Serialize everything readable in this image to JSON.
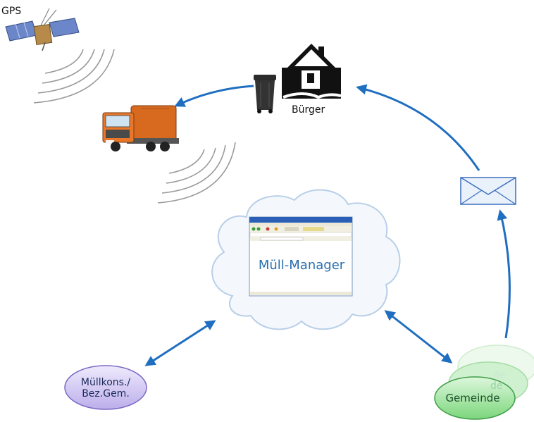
{
  "labels": {
    "gps": "GPS",
    "buerger": "Bürger",
    "app": "Müll-Manager",
    "muellkons_line1": "Müllkons./",
    "muellkons_line2": "Bez.Gem.",
    "gemeinde": "Gemeinde",
    "gemeinde_ghost": "de"
  },
  "colors": {
    "arrow": "#1f6ec0",
    "cloud_fill": "#f4f8fd",
    "cloud_stroke": "#b8cfe8",
    "muellkons_bubble": "#cbbff0",
    "gemeinde_bubble": "#8fe08f",
    "truck_cab": "#e8772a",
    "envelope": "#e9f1fb"
  },
  "icons": [
    "satellite-icon",
    "signal-waves-icon",
    "garbage-truck-icon",
    "house-icon",
    "trash-bin-icon",
    "envelope-icon",
    "browser-window-icon",
    "cloud-icon"
  ]
}
